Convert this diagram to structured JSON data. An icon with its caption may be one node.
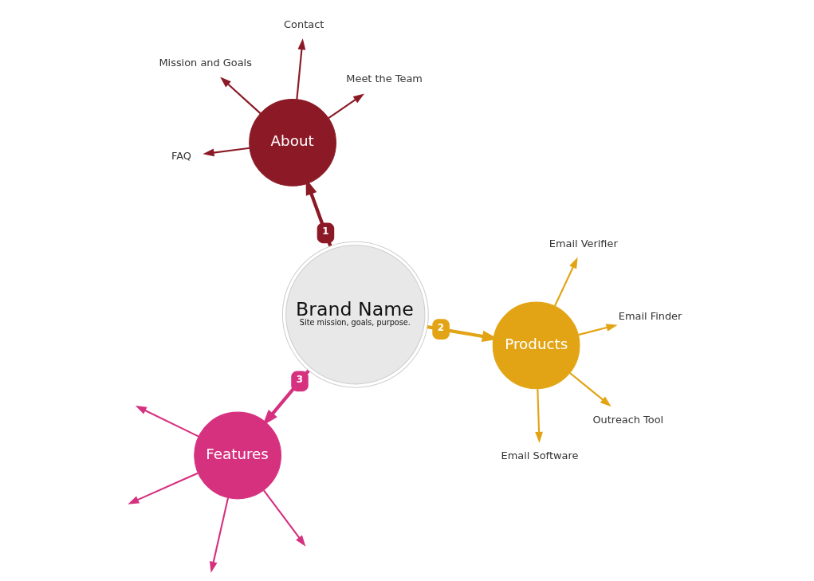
{
  "diagram": {
    "nodes": [
      {
        "text": [
          "Brand Name",
          "Site mission, goals, purpose."
        ]
      },
      {
        "text": [
          "About"
        ]
      },
      {
        "text": [
          "Products"
        ]
      },
      {
        "text": [
          "Features"
        ]
      },
      {
        "text": [
          "Meet the Team"
        ]
      },
      {
        "text": [
          "Mission and Goals"
        ]
      },
      {
        "text": [
          "Contact"
        ]
      },
      {
        "text": [
          "FAQ"
        ]
      },
      {
        "text": [
          "Email Software"
        ]
      },
      {
        "text": [
          "Outreach Tool"
        ]
      },
      {
        "text": [
          "Email Finder"
        ]
      },
      {
        "text": [
          "Email Verifier"
        ]
      }
    ],
    "edges": [
      {
        "from": 0,
        "to": 1,
        "arrow": "to",
        "label": "1",
        "style": "thick",
        "color": "#8b1a26"
      },
      {
        "from": 0,
        "to": 2,
        "arrow": "to",
        "label": "2",
        "style": "thick",
        "color": "#e2a414"
      },
      {
        "from": 0,
        "to": 3,
        "arrow": "to",
        "label": "3",
        "style": "thick",
        "color": "#d6317f"
      },
      {
        "from": 1,
        "to": 4,
        "arrow": "to",
        "color": "#8b1a26"
      },
      {
        "from": 1,
        "to": 5,
        "arrow": "to",
        "color": "#8b1a26"
      },
      {
        "from": 1,
        "to": 6,
        "arrow": "to",
        "color": "#8b1a26"
      },
      {
        "from": 1,
        "to": 7,
        "arrow": "to",
        "color": "#8b1a26"
      },
      {
        "from": 2,
        "to": 8,
        "arrow": "to",
        "color": "#e2a414"
      },
      {
        "from": 2,
        "to": 9,
        "arrow": "to",
        "color": "#e2a414"
      },
      {
        "from": 2,
        "to": 10,
        "arrow": "to",
        "color": "#e2a414"
      },
      {
        "from": 2,
        "to": 11,
        "arrow": "to",
        "color": "#e2a414"
      },
      {
        "from": 3,
        "to": null,
        "arrow": "to",
        "color": "#d6317f"
      },
      {
        "from": 3,
        "to": null,
        "arrow": "to",
        "color": "#d6317f"
      },
      {
        "from": 3,
        "to": null,
        "arrow": "to",
        "color": "#d6317f"
      },
      {
        "from": 3,
        "to": null,
        "arrow": "to",
        "color": "#d6317f"
      }
    ]
  }
}
